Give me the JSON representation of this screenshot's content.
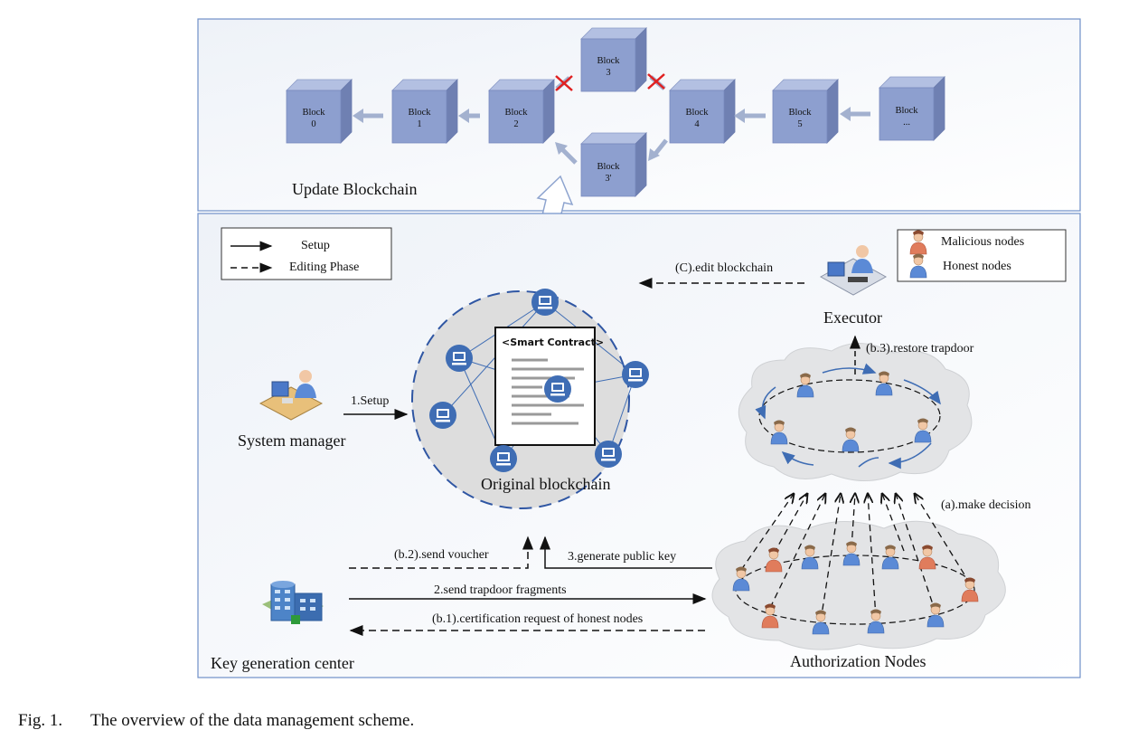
{
  "update_section": {
    "title": "Update Blockchain",
    "blocks": [
      {
        "line1": "Block",
        "line2": "0"
      },
      {
        "line1": "Block",
        "line2": "1"
      },
      {
        "line1": "Block",
        "line2": "2"
      },
      {
        "line1": "Block",
        "line2": "3"
      },
      {
        "line1": "Block",
        "line2": "3'"
      },
      {
        "line1": "Block",
        "line2": "4"
      },
      {
        "line1": "Block",
        "line2": "5"
      },
      {
        "line1": "Block",
        "line2": "..."
      }
    ]
  },
  "legend_lines": {
    "setup": "Setup",
    "editing": "Editing Phase"
  },
  "legend_nodes": {
    "malicious": "Malicious nodes",
    "honest": "Honest nodes"
  },
  "entities": {
    "system_manager": "System manager",
    "original_blockchain": "Original blockchain",
    "smart_contract": "<Smart Contract>",
    "executor": "Executor",
    "key_generation_center": "Key generation center",
    "authorization_nodes": "Authorization Nodes"
  },
  "arrows": {
    "setup": "1.Setup",
    "edit_blockchain": "(C).edit blockchain",
    "restore_trapdoor": "(b.3).restore trapdoor",
    "make_decision": "(a).make decision",
    "send_voucher": "(b.2).send voucher",
    "generate_public_key": "3.generate public key",
    "send_trapdoor_fragments": "2.send trapdoor fragments",
    "certification_request": "(b.1).certification request of honest nodes"
  },
  "caption": {
    "number": "Fig. 1.",
    "text": "The overview of the data management scheme."
  },
  "colors": {
    "frame": "#6f8fc8",
    "block_front": "#8d9fcf",
    "block_top": "#b3c0e2",
    "block_side": "#6f80b2",
    "node_blue": "#3f6db4",
    "malicious": "#e07c5c",
    "cloud": "#e3e4e6"
  }
}
